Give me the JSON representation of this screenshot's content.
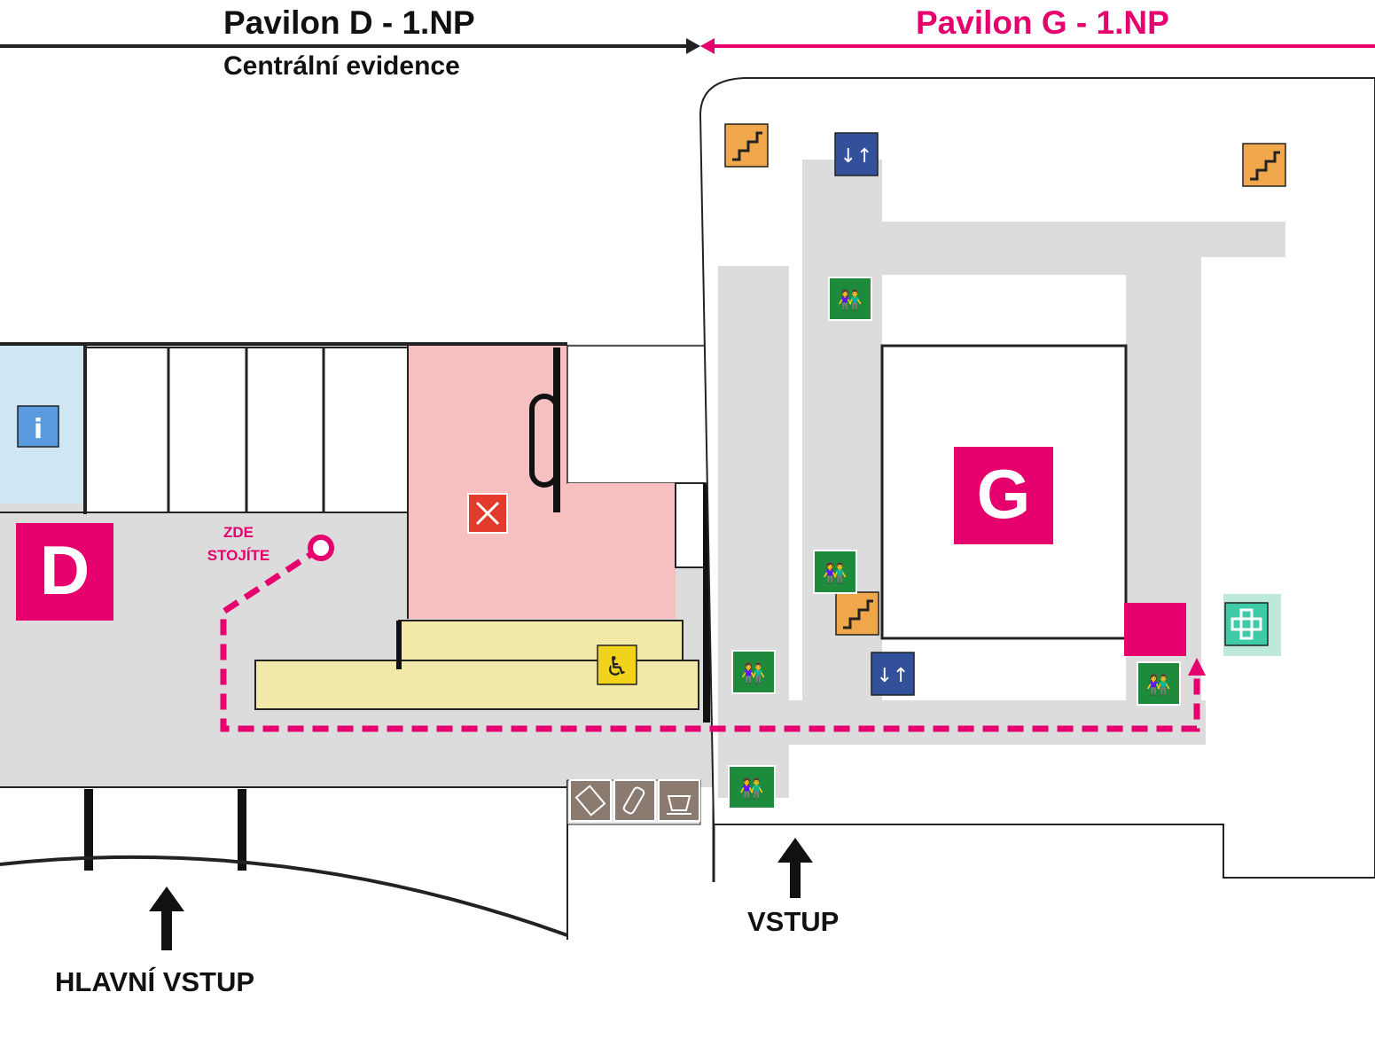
{
  "header": {
    "pavilion_d_title": "Pavilon D - 1.NP",
    "pavilion_d_subtitle": "Centrální evidence",
    "pavilion_g_title": "Pavilon G - 1.NP"
  },
  "markers": {
    "pavilion_d_letter": "D",
    "pavilion_g_letter": "G",
    "you_are_here_line1": "ZDE",
    "you_are_here_line2": "STOJÍTE"
  },
  "entrances": {
    "main_entrance": "HLAVNÍ VSTUP",
    "side_entrance": "VSTUP"
  },
  "icons": [
    "info-icon",
    "restaurant-icon",
    "wheelchair-ramp-icon",
    "stairs-icon",
    "elevator-icon",
    "restroom-icon",
    "first-aid-icon",
    "snack-vending-icon",
    "drink-vending-icon",
    "coffee-icon"
  ],
  "colors": {
    "accent": "#e6006e",
    "dark": "#222222",
    "restaurant_area": "#f6c0c0",
    "info_area": "#cfe6f5",
    "ramp": "#f2e9a8",
    "corridor": "#dcdcdc",
    "stairs": "#f0a64a",
    "elevator": "#33509a",
    "restroom": "#1e8a3c",
    "first_aid": "#3ec9a7",
    "info": "#5a9be0",
    "vending": "#8a7a70"
  }
}
